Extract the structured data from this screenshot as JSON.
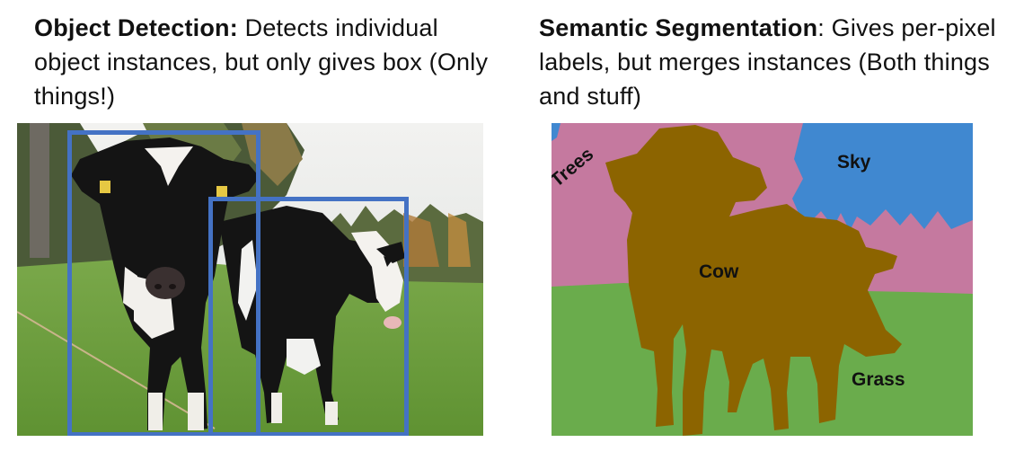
{
  "left_caption": {
    "title": "Object Detection:",
    "text": " Detects individual object instances, but only gives box (Only things!)"
  },
  "right_caption": {
    "title": "Semantic Segmentation",
    "text": ": Gives per-pixel labels, but merges instances (Both things and stuff)"
  },
  "segmentation_labels": {
    "trees": "Trees",
    "sky": "Sky",
    "cow": "Cow",
    "grass": "Grass"
  },
  "colors": {
    "box": "#4472c4",
    "trees": "#c5799f",
    "sky": "#4088d0",
    "cow": "#8c6400",
    "grass": "#6aac4c"
  }
}
